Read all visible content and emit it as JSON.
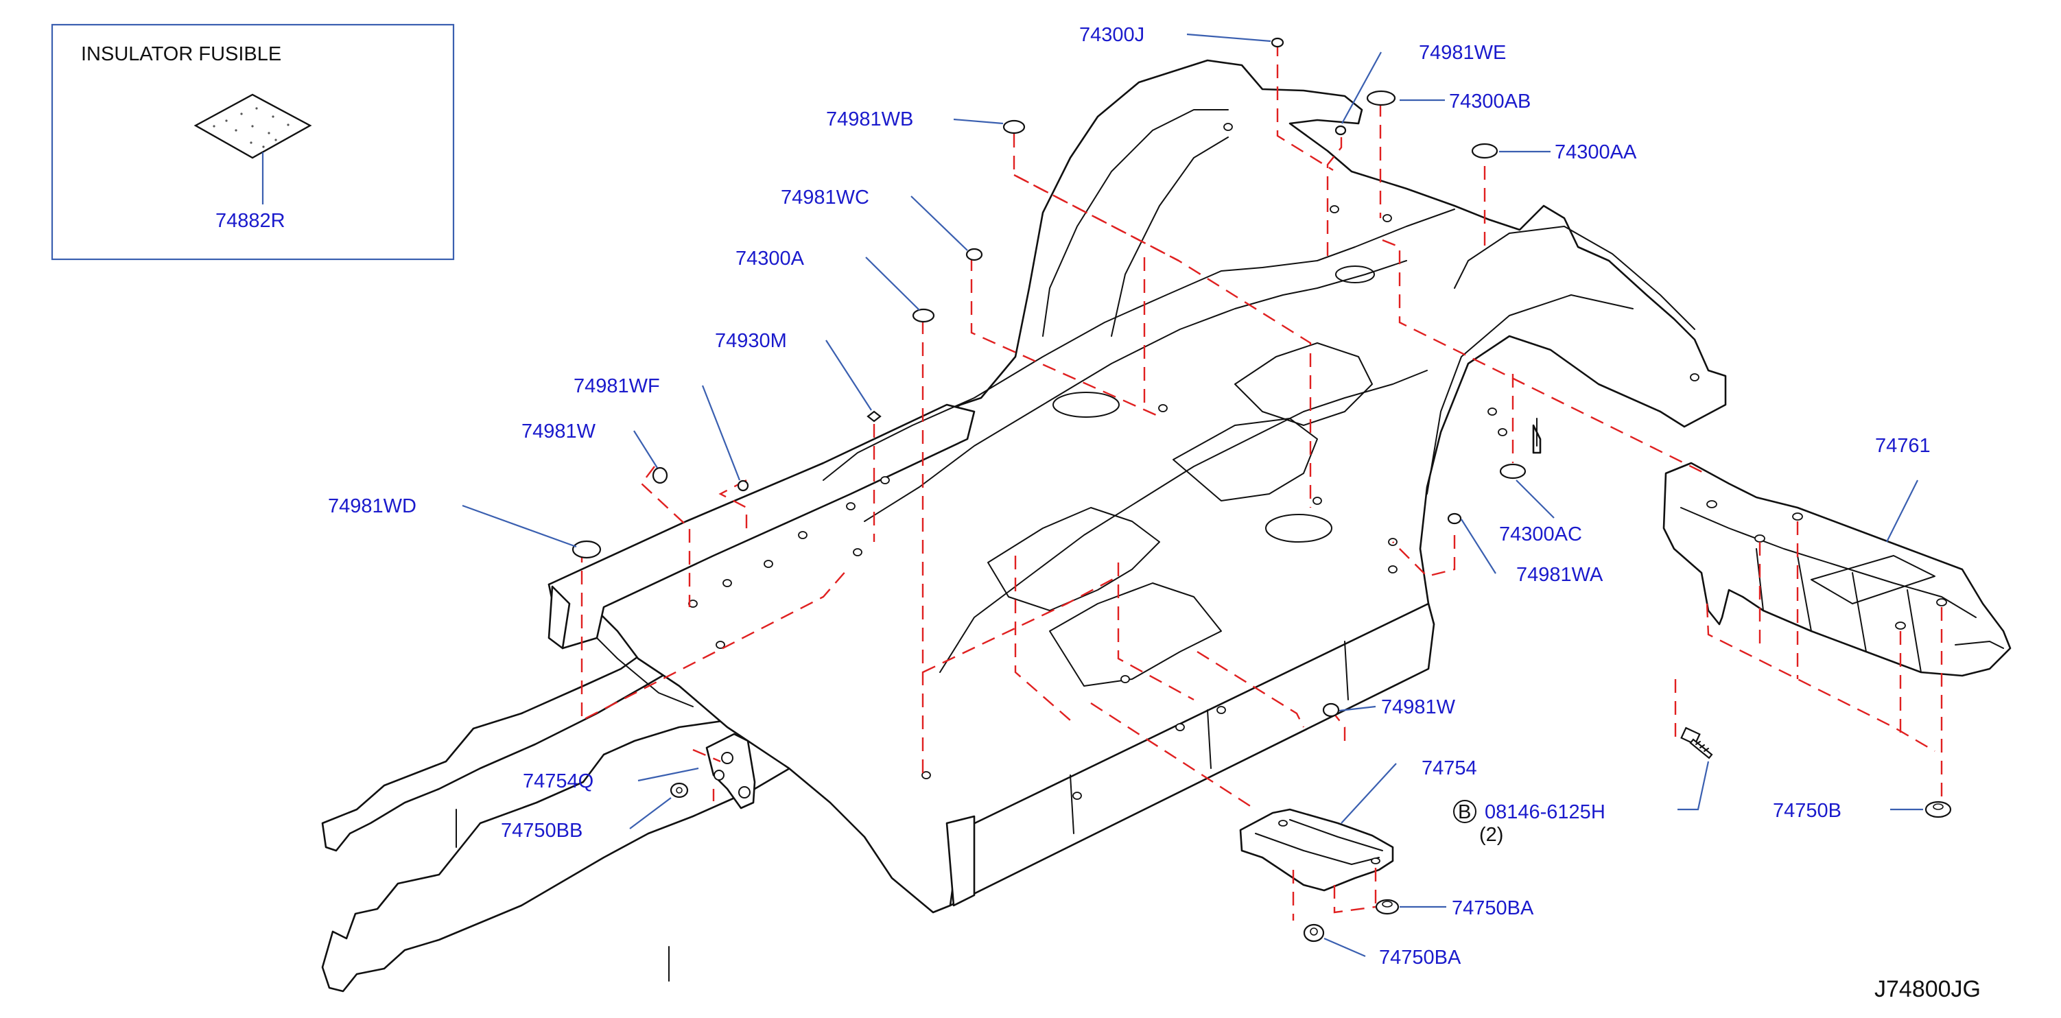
{
  "inset": {
    "title": "INSULATOR   FUSIBLE",
    "part": "74882R"
  },
  "diagram_code": "J74800JG",
  "bolt_marker": {
    "symbol": "B",
    "part": "08146-6125H",
    "qty": "(2)"
  },
  "callouts": {
    "c74300J": "74300J",
    "c74981WE": "74981WE",
    "c74300AB": "74300AB",
    "c74981WB": "74981WB",
    "c74300AA": "74300AA",
    "c74981WC": "74981WC",
    "c74300A": "74300A",
    "c74930M": "74930M",
    "c74981WF": "74981WF",
    "c74981W_top": "74981W",
    "c74981WD": "74981WD",
    "c74761": "74761",
    "c74300AC": "74300AC",
    "c74981WA": "74981WA",
    "c74981W_right": "74981W",
    "c74754": "74754",
    "c74754Q": "74754Q",
    "c74750BB": "74750BB",
    "c74750B": "74750B",
    "c74750BA_upper": "74750BA",
    "c74750BA_lower": "74750BA"
  }
}
